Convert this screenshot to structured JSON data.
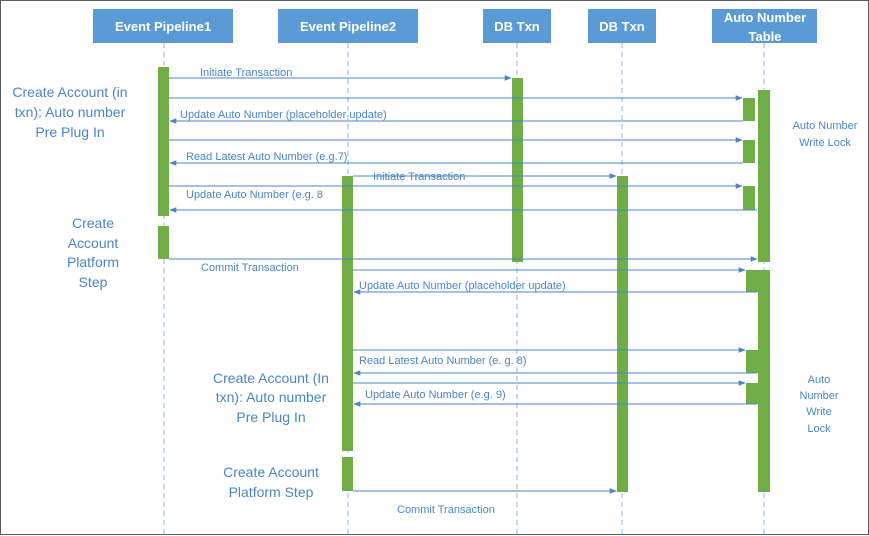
{
  "colors": {
    "header_fill": "#5b9bd5",
    "header_text": "#ffffff",
    "lifeline": "#8db4e2",
    "arrow": "#4a86c5",
    "activation": "#70ad47",
    "label": "#4a86c5"
  },
  "participants": [
    {
      "id": "p1",
      "label": "Event Pipeline1"
    },
    {
      "id": "p2",
      "label": "Event Pipeline2"
    },
    {
      "id": "p3",
      "label": "DB Txn"
    },
    {
      "id": "p4",
      "label": "DB Txn"
    },
    {
      "id": "p5",
      "label_lines": [
        "Auto Number",
        "Table"
      ]
    }
  ],
  "messages": [
    {
      "label": "Initiate Transaction"
    },
    {
      "label": "Update Auto Number (placeholder update)"
    },
    {
      "label": "Read Latest Auto Number (e.g.7)"
    },
    {
      "label": "Initiate Transaction"
    },
    {
      "label": "Update Auto Number (e.g. 8"
    },
    {
      "label": "Commit Transaction"
    },
    {
      "label": "Update Auto Number (placeholder update)"
    },
    {
      "label": "Read Latest Auto Number (e. g. 8)"
    },
    {
      "label": "Update Auto Number (e.g. 9)"
    },
    {
      "label": "Commit Transaction"
    }
  ],
  "notes": [
    {
      "lines": [
        "Create Account (in",
        "txn): Auto number",
        "Pre Plug In"
      ]
    },
    {
      "lines": [
        "Create",
        "Account",
        "Platform",
        "Step"
      ]
    },
    {
      "lines": [
        "Create Account (In",
        "txn): Auto number",
        "Pre Plug In"
      ]
    },
    {
      "lines": [
        "Create Account",
        "Platform Step"
      ]
    },
    {
      "lines": [
        "Auto Number",
        "Write Lock"
      ]
    },
    {
      "lines": [
        "Auto",
        "Number",
        "Write",
        "Lock"
      ]
    }
  ]
}
